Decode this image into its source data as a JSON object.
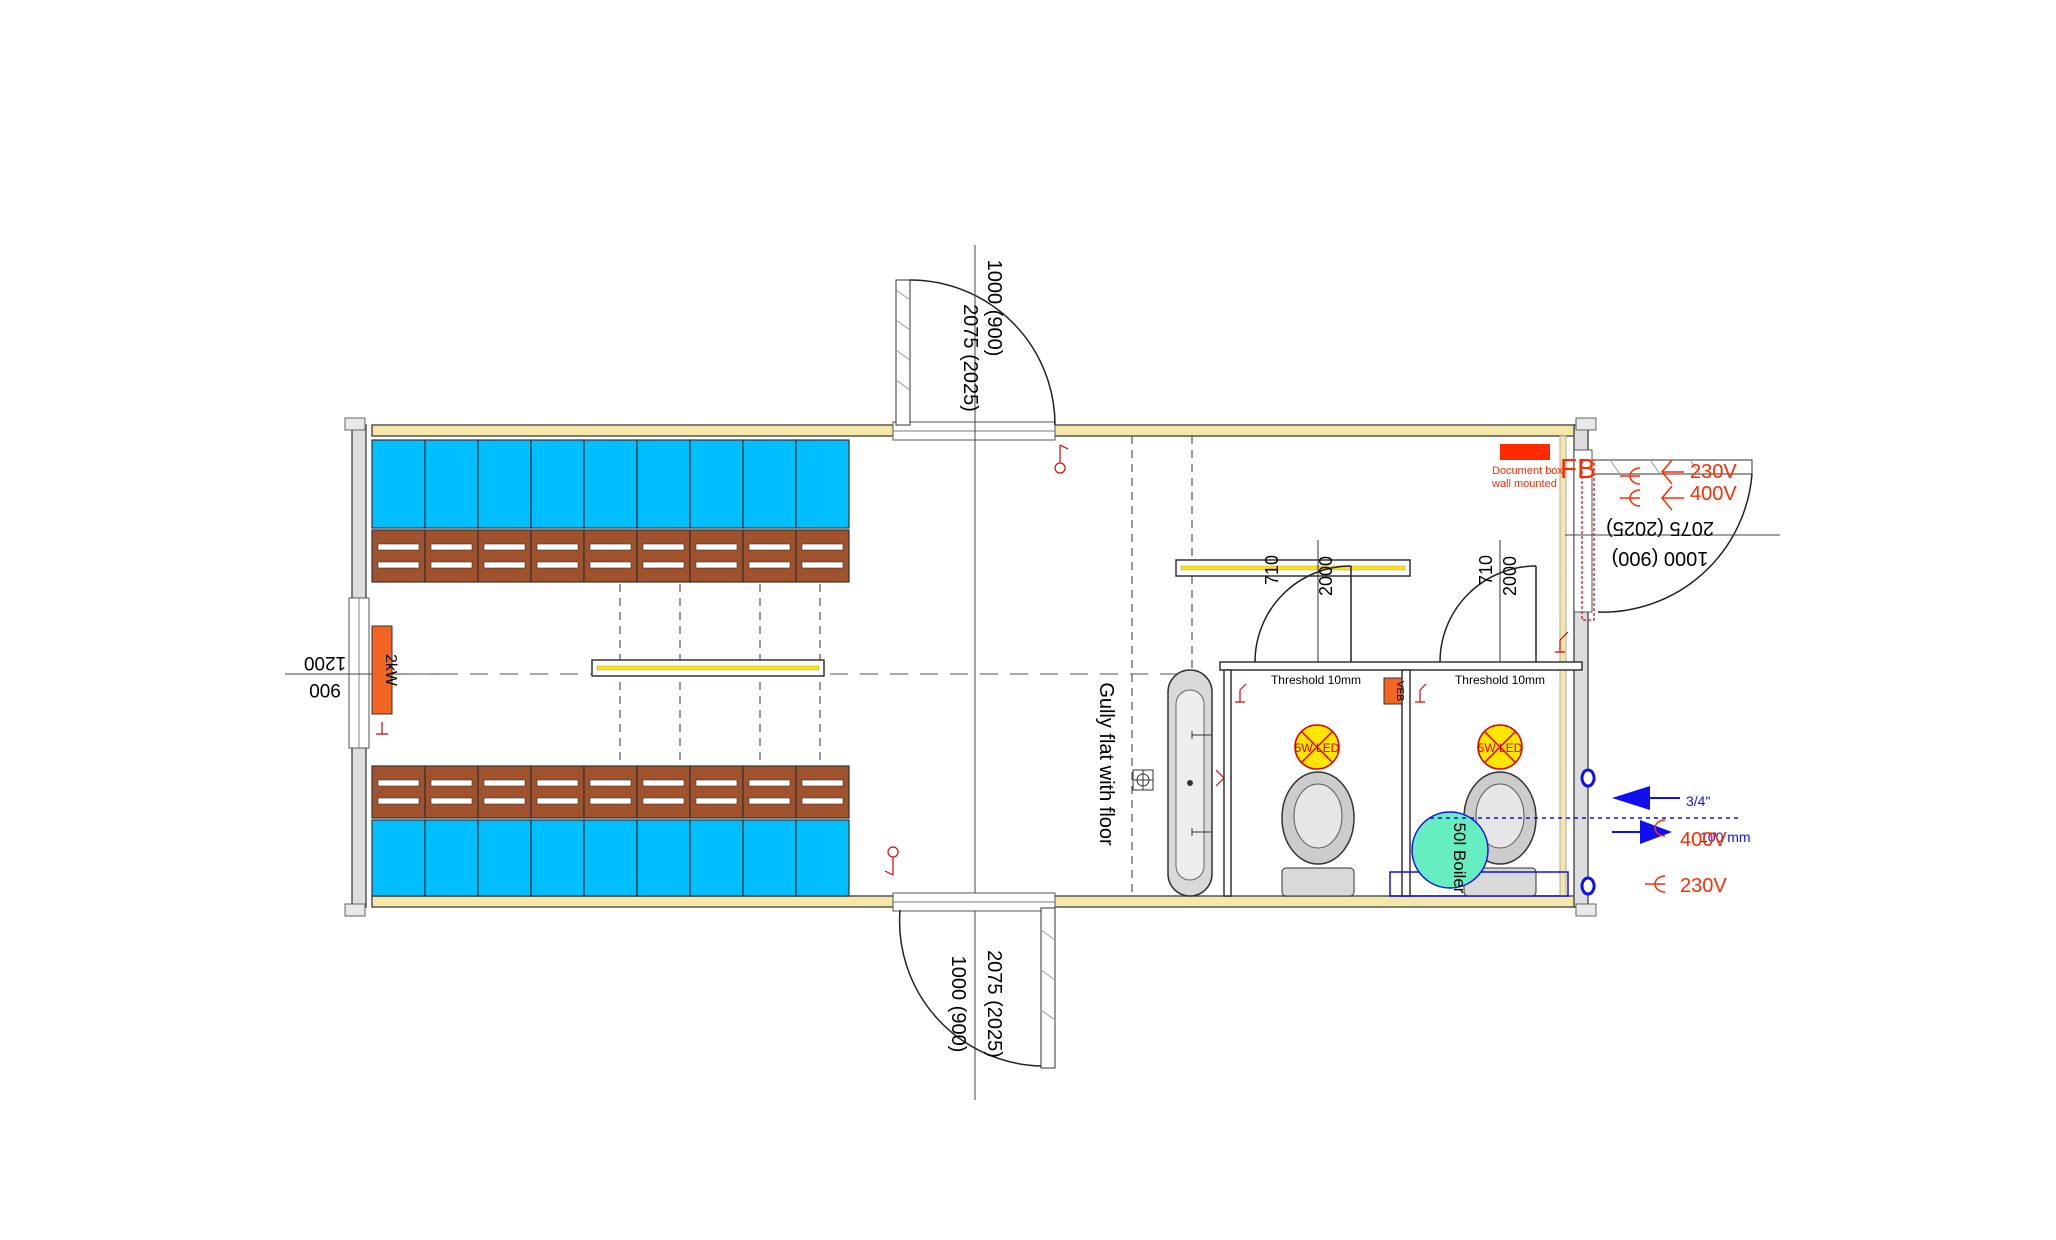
{
  "doors": {
    "top": {
      "line1": "1000 (900)",
      "line2": "2075 (2025)"
    },
    "bottom": {
      "line1": "1000 (900)",
      "line2": "2075 (2025)"
    },
    "right": {
      "line1": "1000 (900)",
      "line2": "2075 (2025)"
    }
  },
  "window": {
    "width": "1200",
    "height": "900"
  },
  "heater": {
    "label": "2kW"
  },
  "gully": {
    "label": "Gully flat with floor"
  },
  "toilet_doors": [
    {
      "width": "710",
      "height": "2000",
      "threshold": "Threshold 10mm"
    },
    {
      "width": "710",
      "height": "2000",
      "threshold": "Threshold 10mm"
    }
  ],
  "lights": [
    {
      "label": "5W LED"
    },
    {
      "label": "5W LED"
    }
  ],
  "boiler": {
    "label": "50l Boiler"
  },
  "fuse_box": {
    "label": "FB",
    "note_line1": "Document box",
    "note_line2": "wall mounted"
  },
  "exhaust": {
    "label": "VEB"
  },
  "sockets": {
    "top_230": "230V",
    "top_400": "400V",
    "right_400": "400V",
    "right_230": "230V"
  },
  "water": {
    "inlet": "3/4\"",
    "drain": "100 mm"
  },
  "colors": {
    "locker": "#00bfff",
    "bench": "#a0522d",
    "wall": "#f5e7a8",
    "electrical": "#ff2a00",
    "water": "#1010ee",
    "boiler": "#66eec0"
  }
}
